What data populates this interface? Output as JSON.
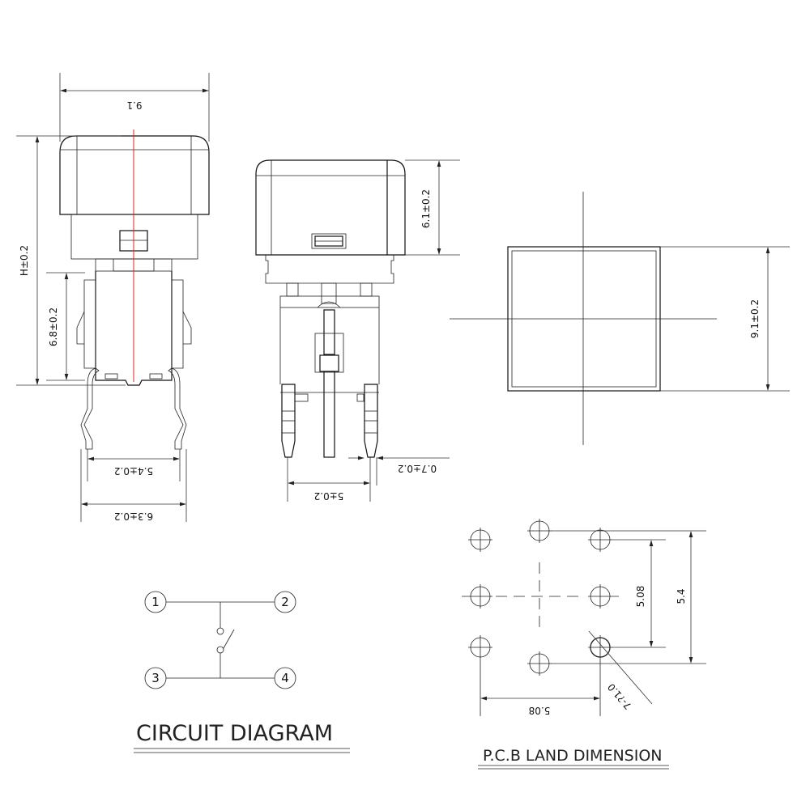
{
  "front_view": {
    "width_dim": "9.1",
    "height_dim": "H±0.2",
    "body_height_dim": "6.8±0.2",
    "pin_inner_dim": "5.4±0.2",
    "pin_outer_dim": "6.3±0.2"
  },
  "side_view": {
    "cap_height_dim": "6.1±0.2",
    "pin_pitch_dim": "5±0.2",
    "pin_width_dim": "0.7±0.2"
  },
  "top_view": {
    "size_dim": "9.1±0.2"
  },
  "circuit": {
    "title": "CIRCUIT DIAGRAM",
    "terminals": [
      "1",
      "2",
      "3",
      "4"
    ]
  },
  "pcb": {
    "title": "P.C.B LAND DIMENSION",
    "inner_pitch_dim": "5.08",
    "outer_pitch_dim": "5.4",
    "horizontal_dim": "5.08",
    "hole_dim": "7-?1.0"
  },
  "colors": {
    "centerline": "#e02020",
    "line": "#111111"
  }
}
